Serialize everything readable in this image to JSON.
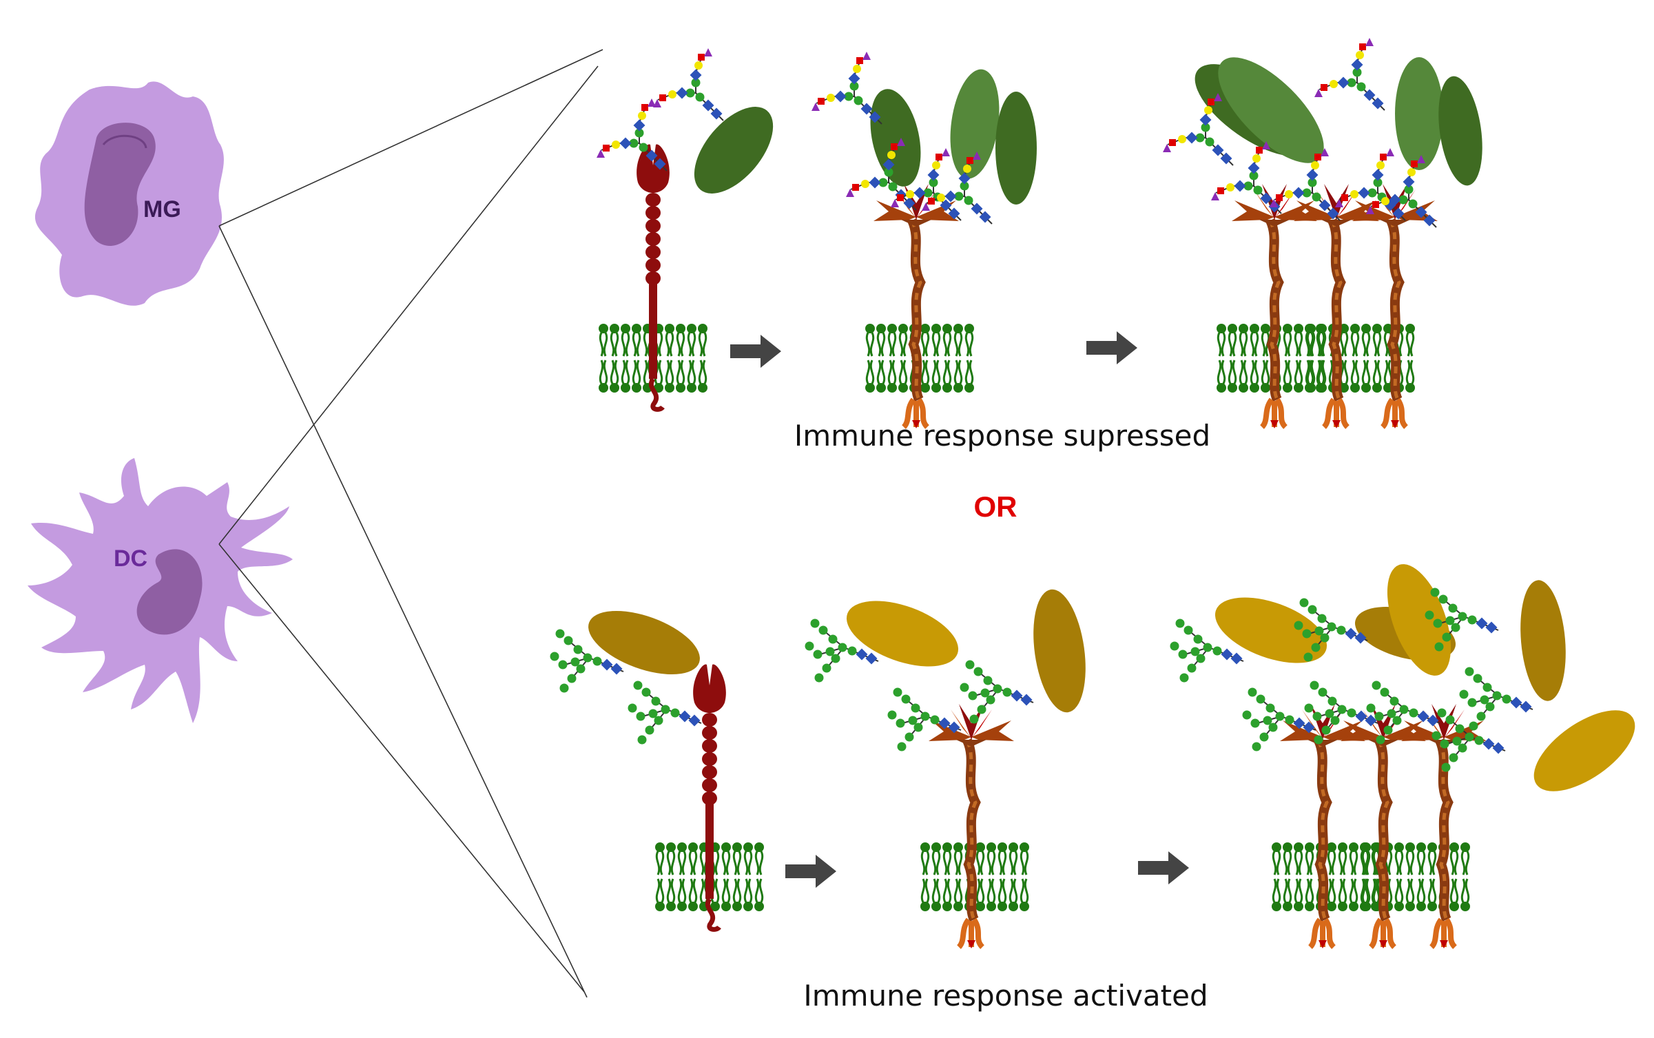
{
  "cells": {
    "mg_label": "MG",
    "dc_label": "DC"
  },
  "captions": {
    "top": "Immune response supressed",
    "connector": "OR",
    "bottom": "Immune response activated"
  },
  "colors": {
    "cell_body": "#c49be0",
    "cell_nucleus": "#8f5fa3",
    "cell_text": "#3b1b57",
    "dc_text": "#6a2a9a",
    "membrane": "#1f7a12",
    "receptor": "#8e0d0d",
    "receptor_tail": "#d96a1a",
    "lectin_head": "#a5410c",
    "suppress_protein": [
      "#3f6b22",
      "#55883a"
    ],
    "activate_protein": [
      "#a67d07",
      "#c89a05"
    ],
    "glycan_green": "#2ca02c",
    "glycan_blue": "#2c52b8",
    "glycan_yellow": "#f2e600",
    "glycan_red": "#e00000",
    "glycan_purple": "#8a2bb5",
    "arrow": "#444444",
    "or_text": "#e00000"
  }
}
